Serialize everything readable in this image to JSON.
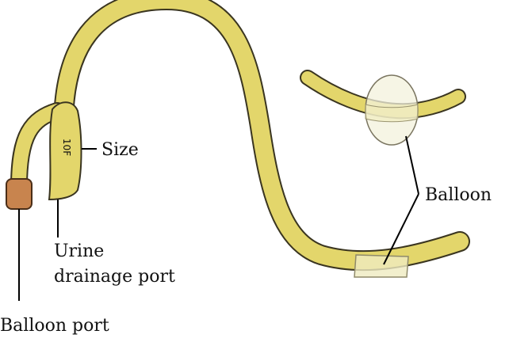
{
  "diagram": {
    "size_marking": "10F",
    "labels": {
      "size": "Size",
      "balloon": "Balloon",
      "urine_port_line1": "Urine",
      "urine_port_line2": "drainage port",
      "balloon_port": "Balloon port"
    },
    "colors": {
      "catheter_fill": "#E3D66B",
      "catheter_outline": "#3A3520",
      "balloon_port_tip": "#C8844E",
      "balloon_fill": "#F3F2DC",
      "background": "#FFFFFF"
    }
  }
}
